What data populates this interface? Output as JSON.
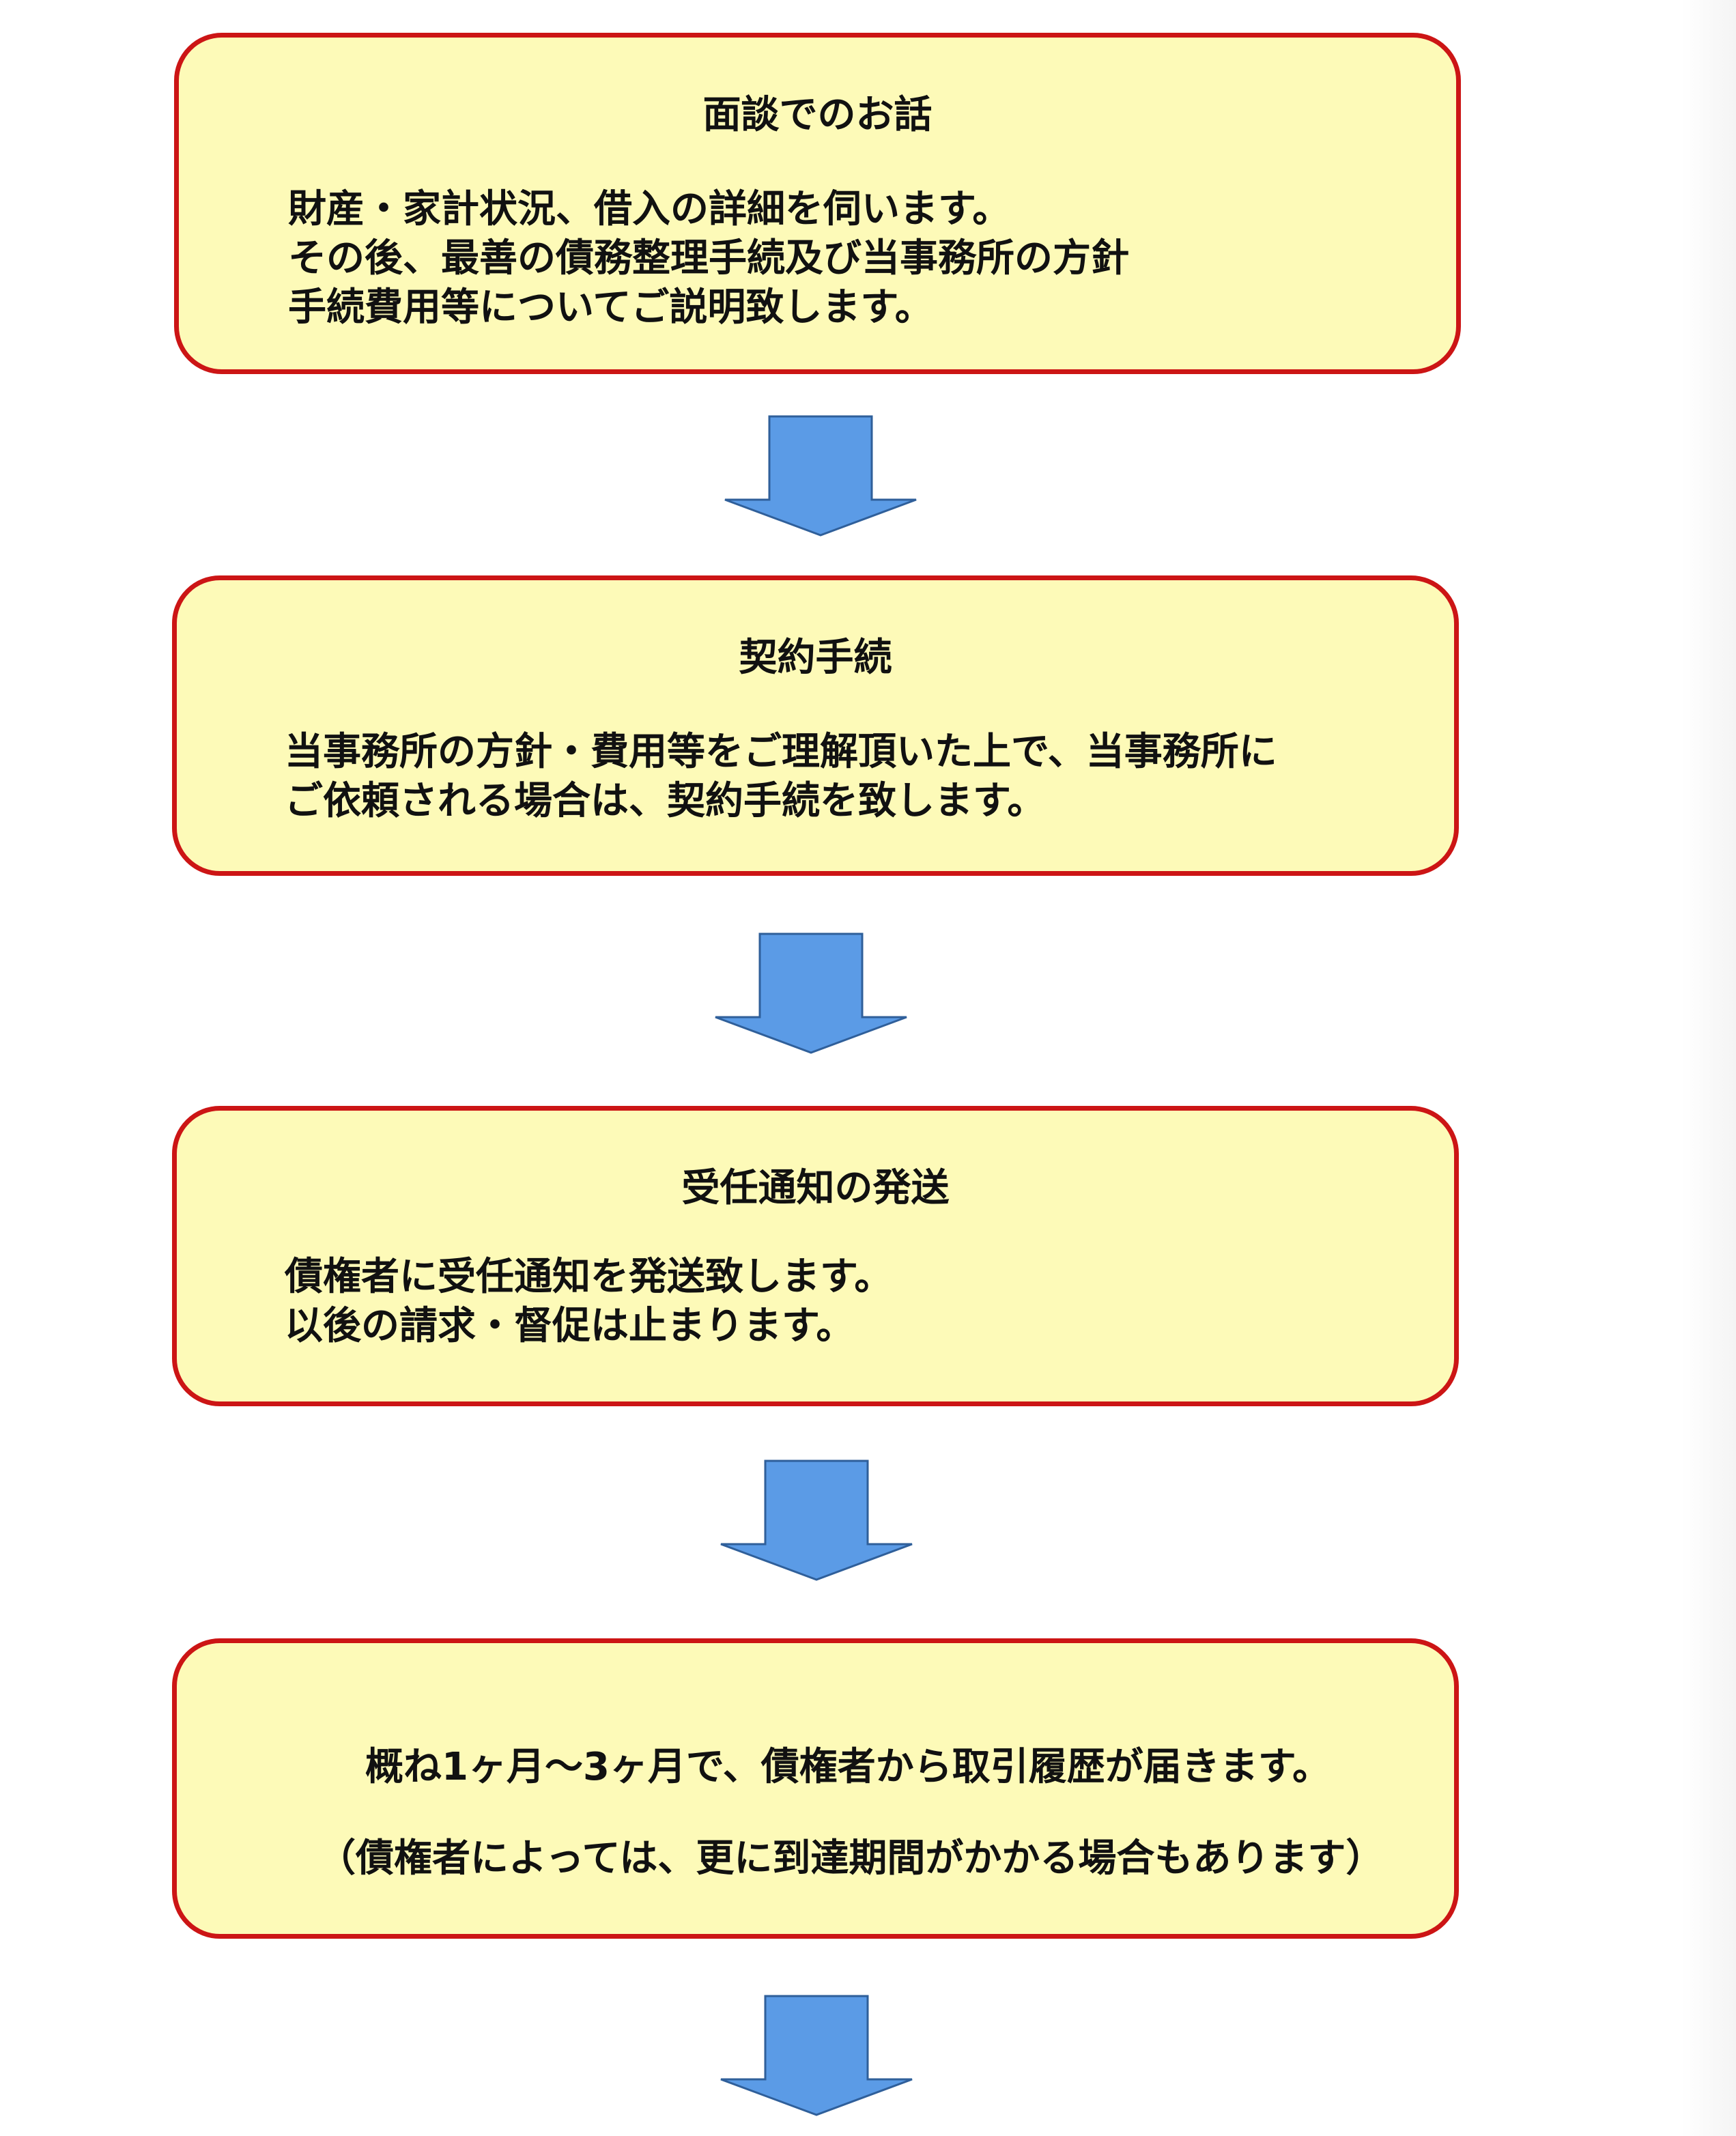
{
  "steps": [
    {
      "title": "面談でのお話",
      "lines": [
        "財産・家計状況、借入の詳細を伺います。",
        "その後、最善の債務整理手続及び当事務所の方針",
        "手続費用等についてご説明致します。"
      ]
    },
    {
      "title": "契約手続",
      "lines": [
        "当事務所の方針・費用等をご理解頂いた上で、当事務所に",
        "ご依頼される場合は、契約手続を致します。"
      ]
    },
    {
      "title": "受任通知の発送",
      "lines": [
        "債権者に受任通知を発送致します。",
        "以後の請求・督促は止まります。"
      ]
    },
    {
      "title": "",
      "lines": [
        "概ね1ヶ月～3ヶ月で、債権者から取引履歴が届きます。",
        "（債権者によっては、更に到達期間がかかる場合もあります）"
      ]
    }
  ],
  "colors": {
    "box_fill": "#fdfab8",
    "box_border": "#cc1515",
    "arrow_fill": "#5b9be6",
    "arrow_stroke": "#2f5f9a",
    "text": "#111111"
  },
  "icons": {
    "flow_arrow": "down-arrow-icon"
  }
}
